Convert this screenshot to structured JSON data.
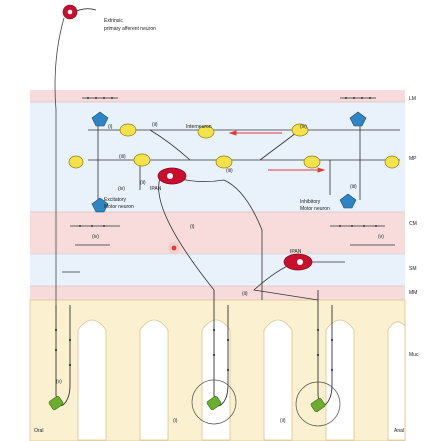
{
  "labels": {
    "extrinsic": "Extrinsic",
    "extrinsic_sub": "primary afferent neuron",
    "interneuron": "Interneuron",
    "excitatory": "Excitatory",
    "excitatory_sub": "Motor neuron",
    "inhibitory": "Inhibitory",
    "inhibitory_sub": "Motor neuron",
    "ipan_top": "IPAN",
    "ipan_mid": "IPAN",
    "oral": "Oral",
    "anal": "Anal"
  },
  "layers": {
    "lm": "LM",
    "mp": "MP",
    "cm": "CM",
    "sm": "SM",
    "mm": "MM",
    "muc": "Muc"
  },
  "numerals": {
    "n1": "(i)",
    "n2": "(ii)",
    "n3": "(iii)",
    "n4": "(iv)",
    "n5": "(v)",
    "n6": "(iv)",
    "n7": "(ii)",
    "n8": "(iii)",
    "n9": "(iv)",
    "n10": "(ii)",
    "n11": "(i)",
    "n12": "(iii)",
    "n13": "(i)",
    "n14": "(v)",
    "n15": "(ii)"
  },
  "colors": {
    "lm_band": "#f7dada",
    "mp_band": "#e9f1fb",
    "cm_band": "#f8dcdc",
    "sm_band": "#e9f1fb",
    "mm_band": "#f7dada",
    "mucosa": "#fbf1d0",
    "interneuron": "#f4e24a",
    "motor_neuron": "#2f84c4",
    "ipan": "#c8102e",
    "sensor": "#6bae2f",
    "arrow": "#e23a3a"
  }
}
